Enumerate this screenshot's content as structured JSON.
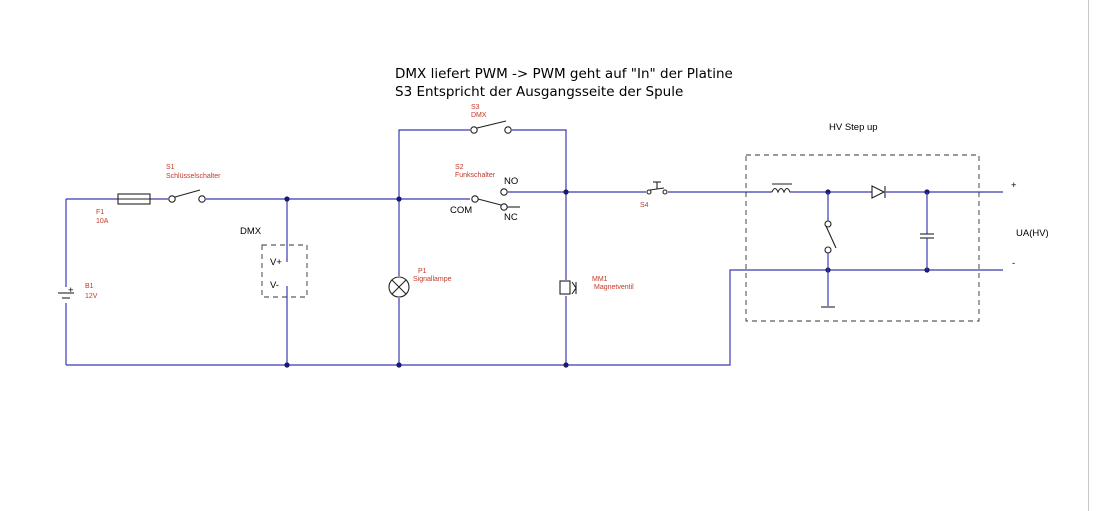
{
  "notes": {
    "line1": "DMX liefert PWM -> PWM geht auf \"In\" der Platine",
    "line2": "S3 Entspricht der Ausgangsseite der Spule"
  },
  "components": {
    "f1": {
      "ref": "F1",
      "value": "10A"
    },
    "s1": {
      "ref": "S1",
      "value": "Schlüsselschalter"
    },
    "b1": {
      "ref": "B1",
      "value": "12V",
      "plus": "+"
    },
    "dmx": {
      "label": "DMX",
      "vplus": "V+",
      "vminus": "V-"
    },
    "s3": {
      "ref": "S3",
      "value": "DMX"
    },
    "s2": {
      "ref": "S2",
      "value": "Funkschalter",
      "no": "NO",
      "com": "COM",
      "nc": "NC"
    },
    "p1": {
      "ref": "P1",
      "value": "Signallampe"
    },
    "mm1": {
      "ref": "MM1",
      "value": "Magnetventil"
    },
    "s4": {
      "ref": "S4"
    },
    "hv": {
      "title": "HV Step up",
      "output": "UA(HV)",
      "plus": "+",
      "minus": "-"
    }
  },
  "colors": {
    "wire": "#3b3bb0",
    "label": "#c0392b",
    "text": "#000000"
  }
}
